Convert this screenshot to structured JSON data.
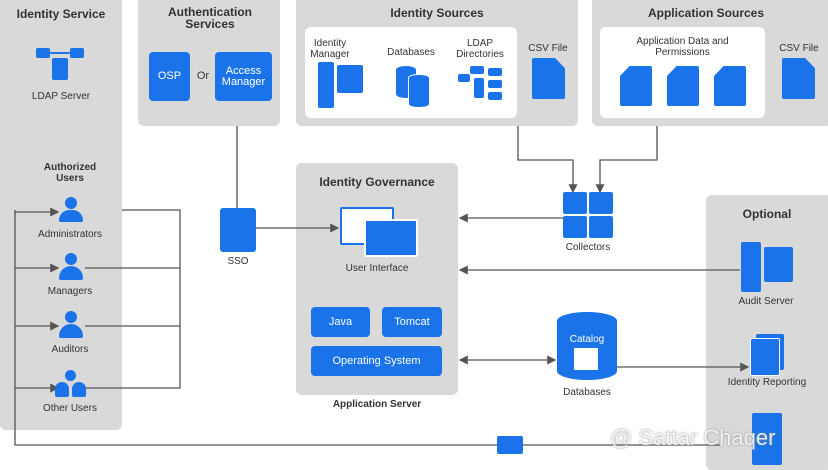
{
  "identity_service": {
    "title": "Identity Service",
    "ldap_server": "LDAP Server",
    "authorized_users": "Authorized Users",
    "users": [
      "Administrators",
      "Managers",
      "Auditors",
      "Other Users"
    ]
  },
  "auth_services": {
    "title": "Authentication Services",
    "osp": "OSP",
    "or": "Or",
    "access_manager": "Access Manager"
  },
  "identity_sources": {
    "title": "Identity Sources",
    "identity_manager": "Identity Manager",
    "databases": "Databases",
    "ldap_directories": "LDAP Directories",
    "csv_file": "CSV File"
  },
  "application_sources": {
    "title": "Application Sources",
    "app_data": "Application Data and Permissions",
    "csv_file": "CSV File"
  },
  "governance": {
    "title": "Identity Governance",
    "user_interface": "User Interface",
    "java": "Java",
    "tomcat": "Tomcat",
    "os": "Operating System",
    "app_server": "Application Server"
  },
  "sso": "SSO",
  "collectors": "Collectors",
  "databases": {
    "catalog": "Catalog",
    "label": "Databases"
  },
  "optional": {
    "title": "Optional",
    "audit_server": "Audit Server",
    "identity_reporting": "Identity Reporting"
  },
  "watermark": "@ Sattar Chaqer",
  "colors": {
    "accent": "#1a73e8",
    "panel": "#d9d9d9"
  }
}
